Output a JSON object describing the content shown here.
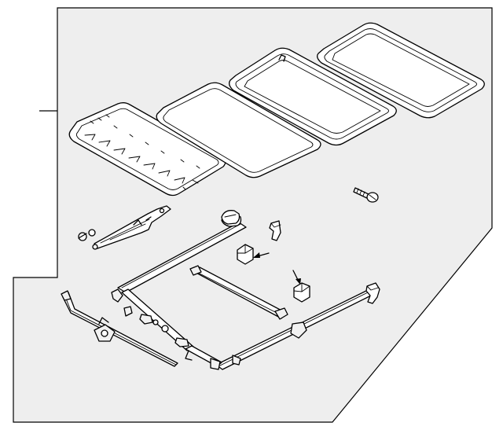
{
  "colors": {
    "background": "#ffffff",
    "panel": "#eeeeee",
    "stroke": "#000000"
  },
  "parts": [
    {
      "id": "sunroof-glass-panel",
      "icon": "glass-panel-icon"
    },
    {
      "id": "sunroof-inner-panel",
      "icon": "panel-icon"
    },
    {
      "id": "sunroof-seal-frame",
      "icon": "seal-frame-icon"
    },
    {
      "id": "sunroof-outer-frame",
      "icon": "frame-icon"
    },
    {
      "id": "mounting-screw",
      "icon": "screw-icon"
    },
    {
      "id": "link-arm-assembly",
      "icon": "link-arm-icon"
    },
    {
      "id": "track-assembly",
      "icon": "track-icon"
    },
    {
      "id": "rear-bracket",
      "icon": "bracket-icon"
    },
    {
      "id": "cable-guide",
      "icon": "cable-icon"
    },
    {
      "id": "guide-block",
      "icon": "block-icon"
    },
    {
      "id": "slider-block",
      "icon": "block-icon"
    },
    {
      "id": "side-bracket-left",
      "icon": "bracket-icon"
    },
    {
      "id": "side-bracket-right",
      "icon": "bracket-icon"
    },
    {
      "id": "stopper",
      "icon": "stopper-icon"
    }
  ]
}
